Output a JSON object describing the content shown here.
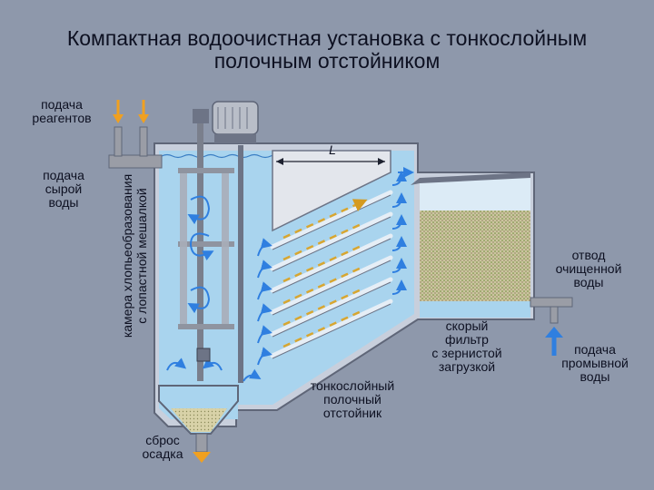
{
  "title": {
    "line1": "Компактная водоочистная установка с тонкослойным",
    "line2": "полочным отстойником"
  },
  "labels": {
    "reagents": [
      "подача",
      "реагентов"
    ],
    "raw_water": [
      "подача",
      "сырой",
      "воды"
    ],
    "flocculation": [
      "камера хлопьеобразования",
      "с лопастной мешалкой"
    ],
    "shelf_length": "L",
    "settler": [
      "тонкослойный",
      "полочный",
      "отстойник"
    ],
    "filter": [
      "скорый",
      "фильтр",
      "с зернистой",
      "загрузкой"
    ],
    "clean_outlet": [
      "отвод",
      "очищенной",
      "воды"
    ],
    "wash_water": [
      "подача",
      "промывной",
      "воды"
    ],
    "sludge": [
      "сброс",
      "осадка"
    ]
  },
  "colors": {
    "background": "#8e98ab",
    "water": "#a9d4ee",
    "water_light": "#dcebf6",
    "pipe": "#9a9da6",
    "arrow_blue": "#2f7fe0",
    "arrow_orange": "#f0a020",
    "flow_dash": "#d8a630",
    "sand": "#c9c29a",
    "text": "#0d1021"
  },
  "icons": [
    "motor-icon",
    "stirrer-icon",
    "swirl-arrow-icon",
    "flow-arrow-icon",
    "valve-icon"
  ]
}
